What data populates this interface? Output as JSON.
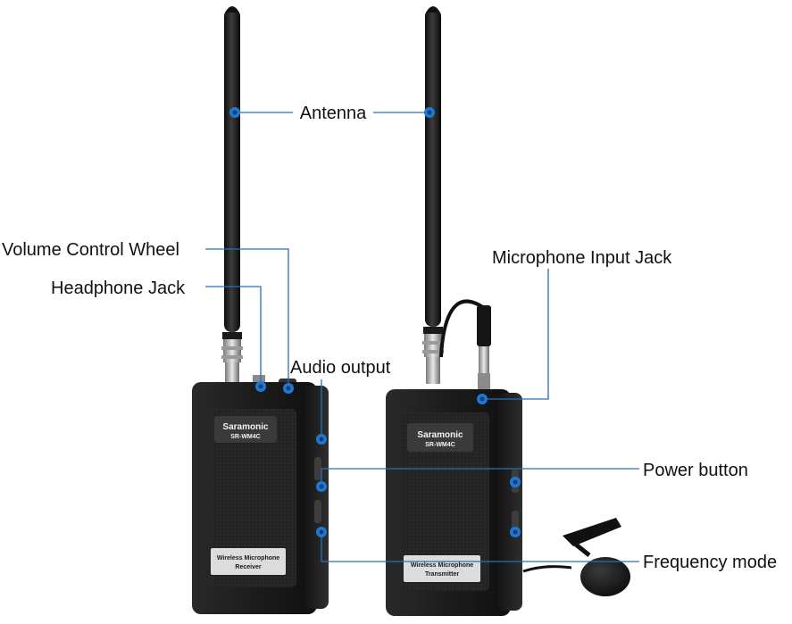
{
  "labels": {
    "antenna": "Antenna",
    "volume_control_wheel": "Volume Control Wheel",
    "headphone_jack": "Headphone Jack",
    "audio_output": "Audio output",
    "microphone_input_jack": "Microphone Input Jack",
    "power_button": "Power button",
    "frequency_mode": "Frequency mode"
  },
  "receiver": {
    "brand": "Saramonic",
    "model": "SR-WM4C",
    "name_line1": "Wireless Microphone",
    "name_line2": "Receiver"
  },
  "transmitter": {
    "brand": "Saramonic",
    "model": "SR-WM4C",
    "name_line1": "Wireless Microphone",
    "name_line2": "Transmitter"
  },
  "colors": {
    "callout_blue": "#1f78d1",
    "leader_line": "#2a6fb5",
    "device_body": "#1b1b1b"
  }
}
